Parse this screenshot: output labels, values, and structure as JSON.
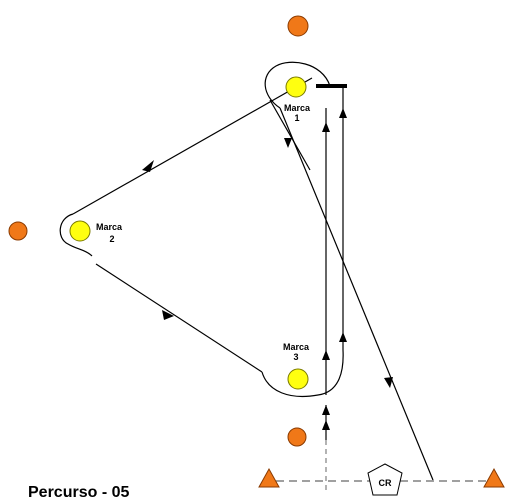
{
  "title": "Percurso - 05",
  "marks": [
    {
      "name": "Marca",
      "number": "1"
    },
    {
      "name": "Marca",
      "number": "2"
    },
    {
      "name": "Marca",
      "number": "3"
    }
  ],
  "gate_label": "CR",
  "colors": {
    "buoy_fill": "#f07818",
    "buoy_stroke": "#8a3a00",
    "mark_fill": "#ffff10",
    "mark_stroke": "#7a7a00",
    "triangle_fill": "#f07818",
    "line": "#000000",
    "dashed_line": "#808080"
  }
}
